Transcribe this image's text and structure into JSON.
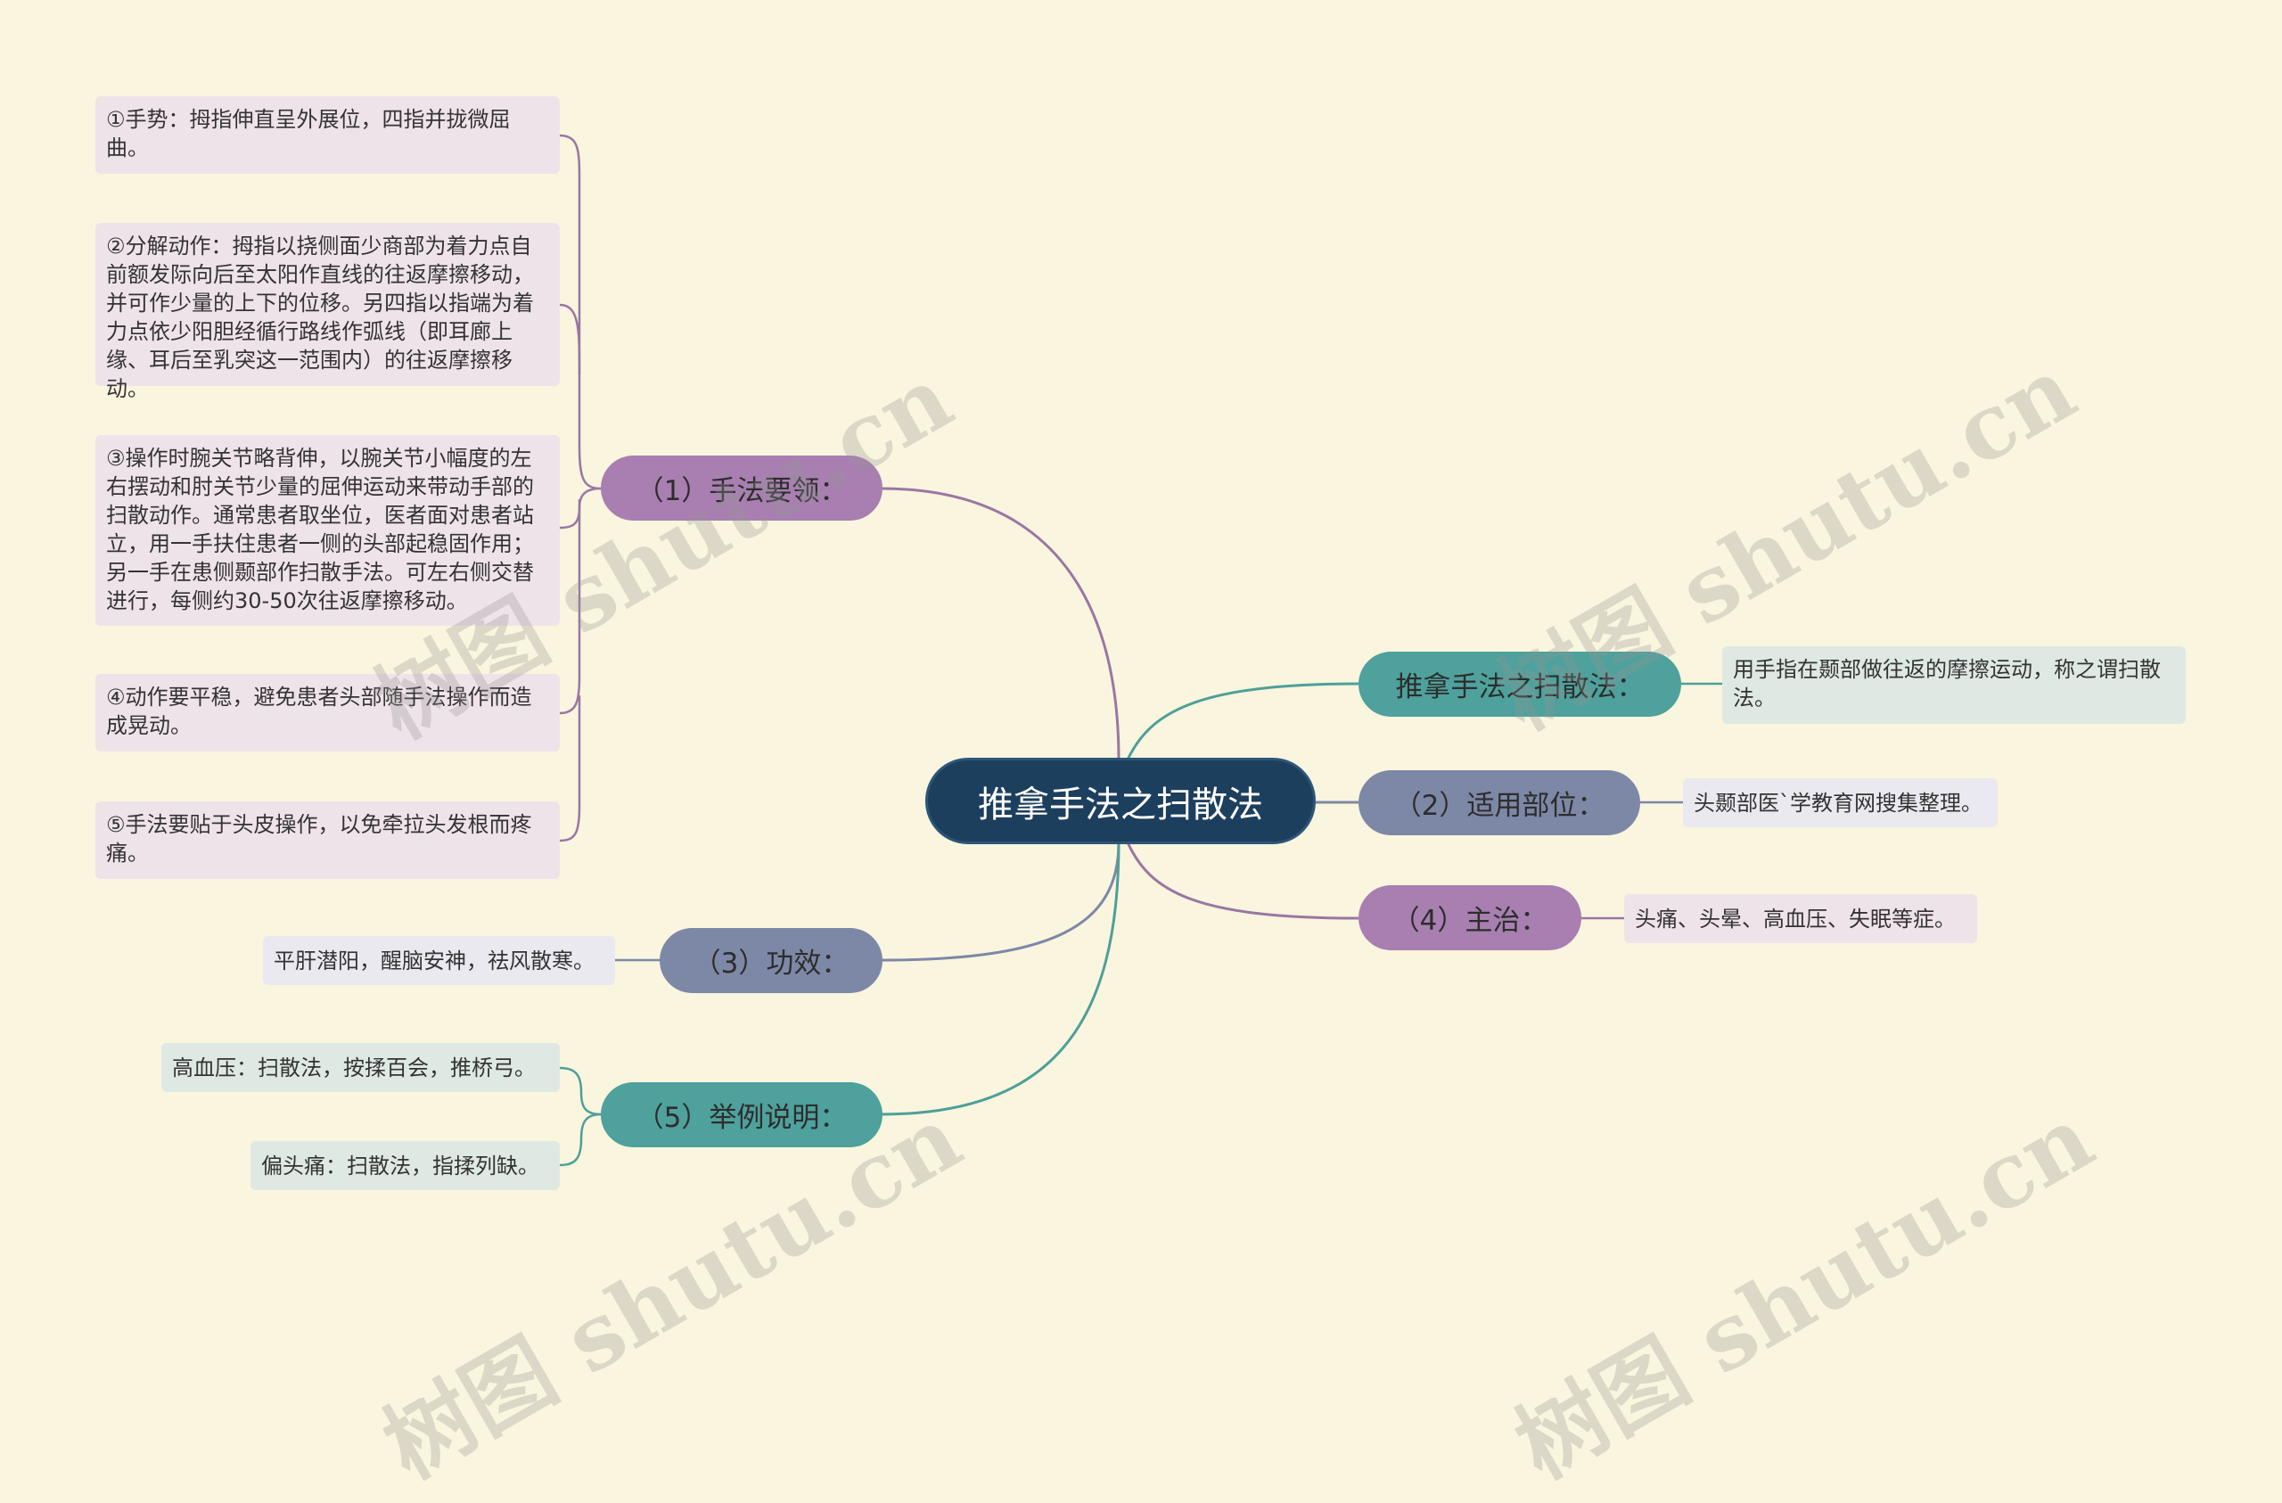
{
  "root": {
    "label": "推拿手法之扫散法"
  },
  "branches": {
    "technique": {
      "label": "（1）手法要领：",
      "items": [
        "①手势：拇指伸直呈外展位，四指并拢微屈曲。",
        "②分解动作：拇指以挠侧面少商部为着力点自前额发际向后至太阳作直线的往返摩擦移动，并可作少量的上下的位移。另四指以指端为着力点依少阳胆经循行路线作弧线（即耳廊上缘、耳后至乳突这一范围内）的往返摩擦移动。",
        "③操作时腕关节略背伸，以腕关节小幅度的左右摆动和肘关节少量的屈伸运动来带动手部的扫散动作。通常患者取坐位，医者面对患者站立，用一手扶住患者一侧的头部起稳固作用；另一手在患侧颞部作扫散手法。可左右侧交替进行，每侧约30-50次往返摩擦移动。",
        "④动作要平稳，避免患者头部随手法操作而造成晃动。",
        "⑤手法要贴于头皮操作，以免牵拉头发根而疼痛。"
      ]
    },
    "effect": {
      "label": "（3）功效：",
      "items": [
        "平肝潜阳，醒脑安神，祛风散寒。"
      ]
    },
    "examples": {
      "label": "（5）举例说明：",
      "items": [
        "高血压：扫散法，按揉百会，推桥弓。",
        "偏头痛：扫散法，指揉列缺。"
      ]
    },
    "definition": {
      "label": "推拿手法之扫散法：",
      "items": [
        "用手指在颞部做往返的摩擦运动，称之谓扫散法。"
      ]
    },
    "location": {
      "label": "（2）适用部位：",
      "items": [
        "头颞部医`学教育网搜集整理。"
      ]
    },
    "indication": {
      "label": "（4）主治：",
      "items": [
        "头痛、头晕、高血压、失眠等症。"
      ]
    }
  },
  "watermark": {
    "text": "树图 shutu.cn"
  },
  "colors": {
    "background": "#faf5de",
    "root": "#1d3f5e",
    "purple": "#a87fb0",
    "slate": "#7d88a7",
    "teal": "#4ea19c",
    "purple_link": "#9a77a3",
    "slate_link": "#7d88a7",
    "teal_link": "#4e9f9a"
  }
}
